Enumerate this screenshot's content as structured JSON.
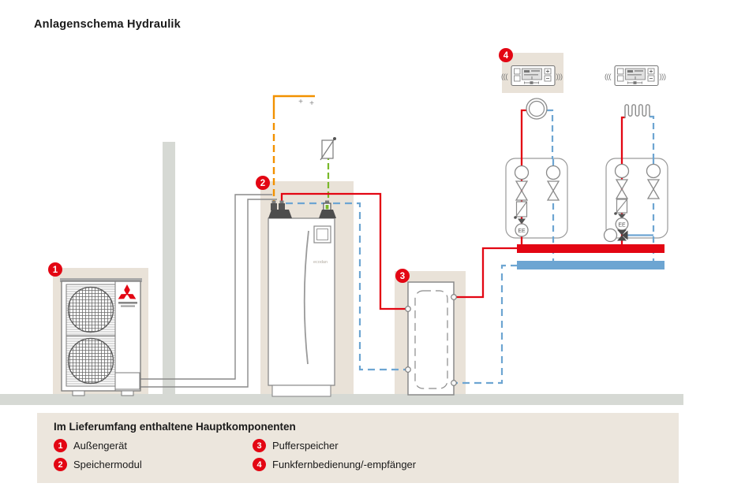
{
  "page": {
    "title": "Anlagenschema Hydraulik"
  },
  "colors": {
    "accent_red": "#e30613",
    "pipe_blue": "#6da5d2",
    "pipe_orange": "#f29100",
    "pipe_green": "#79b829",
    "block_beige": "#e9e2d8",
    "structure_gray": "#d6d9d4",
    "legend_bg": "#ece6dd"
  },
  "diagram": {
    "pump_label": "EE",
    "ecodan_label": "ecodan",
    "plus_mark": "+",
    "waves_left": "(((",
    "waves_right": ")))"
  },
  "legend": {
    "title": "Im Lieferumfang enthaltene Hauptkomponenten",
    "items": [
      {
        "num": "1",
        "label": "Außengerät"
      },
      {
        "num": "2",
        "label": "Speichermodul"
      },
      {
        "num": "3",
        "label": "Pufferspeicher"
      },
      {
        "num": "4",
        "label": "Funkfernbedienung/-empfänger"
      }
    ]
  }
}
